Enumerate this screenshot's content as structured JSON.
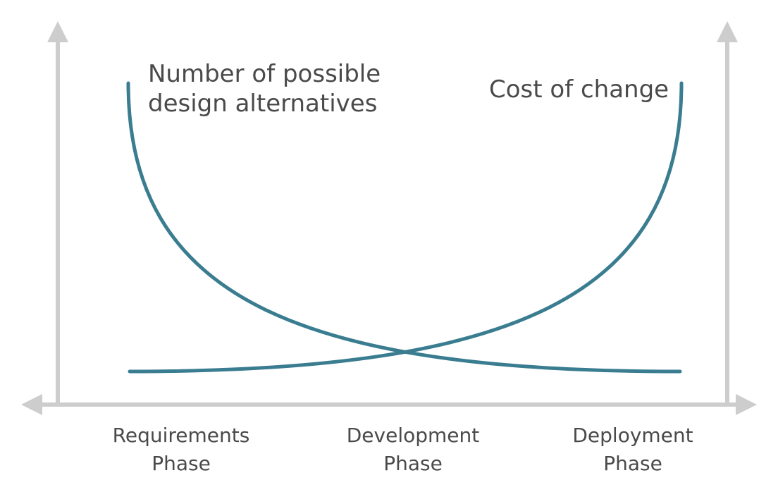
{
  "curves": {
    "alternatives_label": "Number of possible\ndesign alternatives",
    "cost_label": "Cost of change"
  },
  "phases": [
    {
      "label": "Requirements\nPhase"
    },
    {
      "label": "Development\nPhase"
    },
    {
      "label": "Deployment\nPhase"
    }
  ],
  "colors": {
    "curve": "#3a7d90",
    "axis": "#cdcdcd",
    "text": "#4a4a4a"
  }
}
